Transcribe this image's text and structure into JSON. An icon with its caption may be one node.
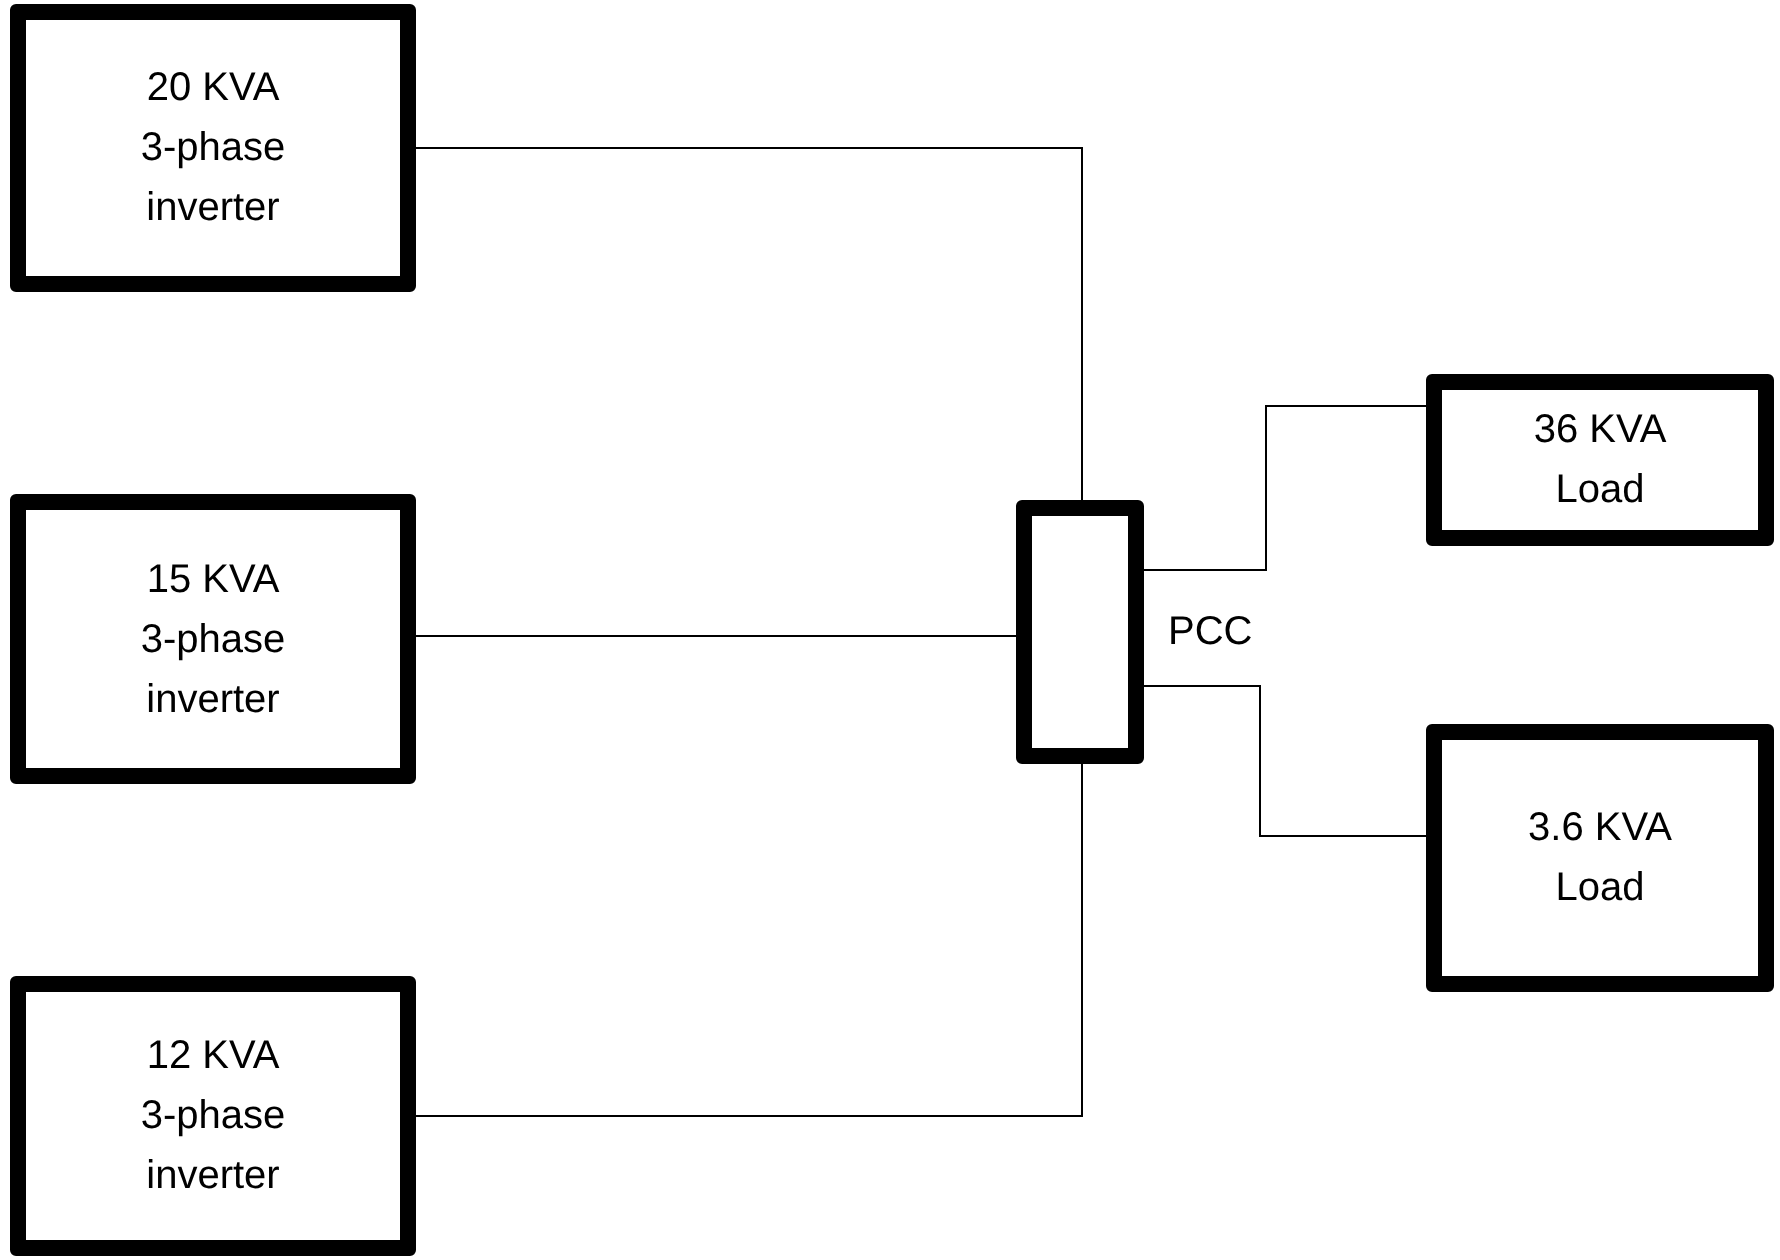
{
  "diagram": {
    "nodes": [
      {
        "text": [
          "20 KVA 3-phase inverter"
        ]
      },
      {
        "text": [
          "15 KVA 3-phase inverter"
        ]
      },
      {
        "text": [
          "12 KVA 3-phase inverter"
        ]
      },
      {
        "text": [],
        "shape": "box",
        "beside": [
          "PCC"
        ]
      },
      {
        "text": [
          "36 KVA Load"
        ]
      },
      {
        "text": [
          "3.6 KVA Load"
        ]
      }
    ],
    "edges": [
      {
        "from": 0,
        "to": 3,
        "arrow": "none"
      },
      {
        "from": 1,
        "to": 3,
        "arrow": "none"
      },
      {
        "from": 2,
        "to": 3,
        "arrow": "none"
      },
      {
        "from": 3,
        "to": 4,
        "arrow": "none"
      },
      {
        "from": 3,
        "to": 5,
        "arrow": "none"
      }
    ]
  }
}
